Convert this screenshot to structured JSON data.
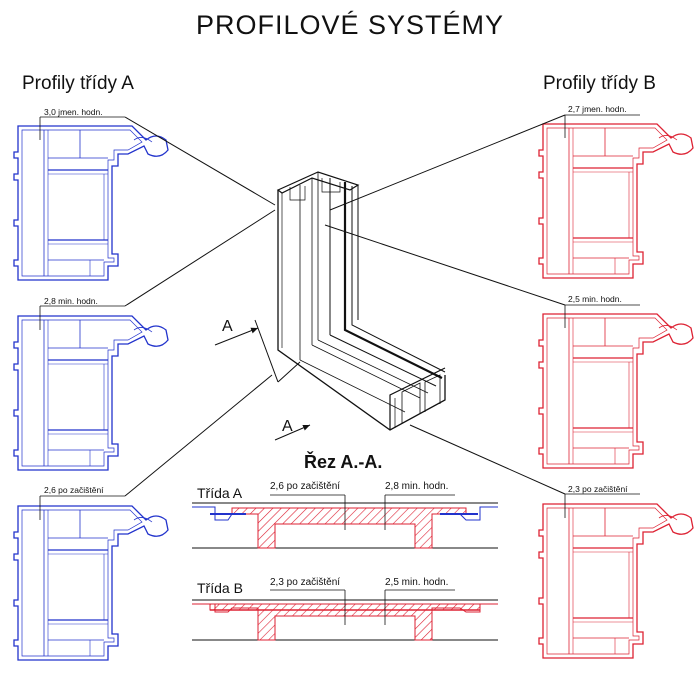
{
  "title": "PROFILOVÉ SYSTÉMY",
  "class_a": {
    "heading": "Profily třídy A",
    "dims": [
      "3,0 jmen. hodn.",
      "2,8 min. hodn.",
      "2,6 po začištění"
    ]
  },
  "class_b": {
    "heading": "Profily třídy B",
    "dims": [
      "2,7 jmen. hodn.",
      "2,5 min. hodn.",
      "2,3 po začištění"
    ]
  },
  "section": {
    "title": "Řez A.-A.",
    "cut_label_upper": "A",
    "cut_label_lower": "A",
    "rows": [
      {
        "label": "Třída A",
        "dim_left": "2,6 po začištění",
        "dim_right": "2,8 min. hodn."
      },
      {
        "label": "Třída B",
        "dim_left": "2,3 po začištění",
        "dim_right": "2,5 min. hodn."
      }
    ]
  },
  "colors": {
    "class_a": "#2233cc",
    "class_b": "#dd2233",
    "hatch": "#dd2233",
    "line": "#111111"
  }
}
